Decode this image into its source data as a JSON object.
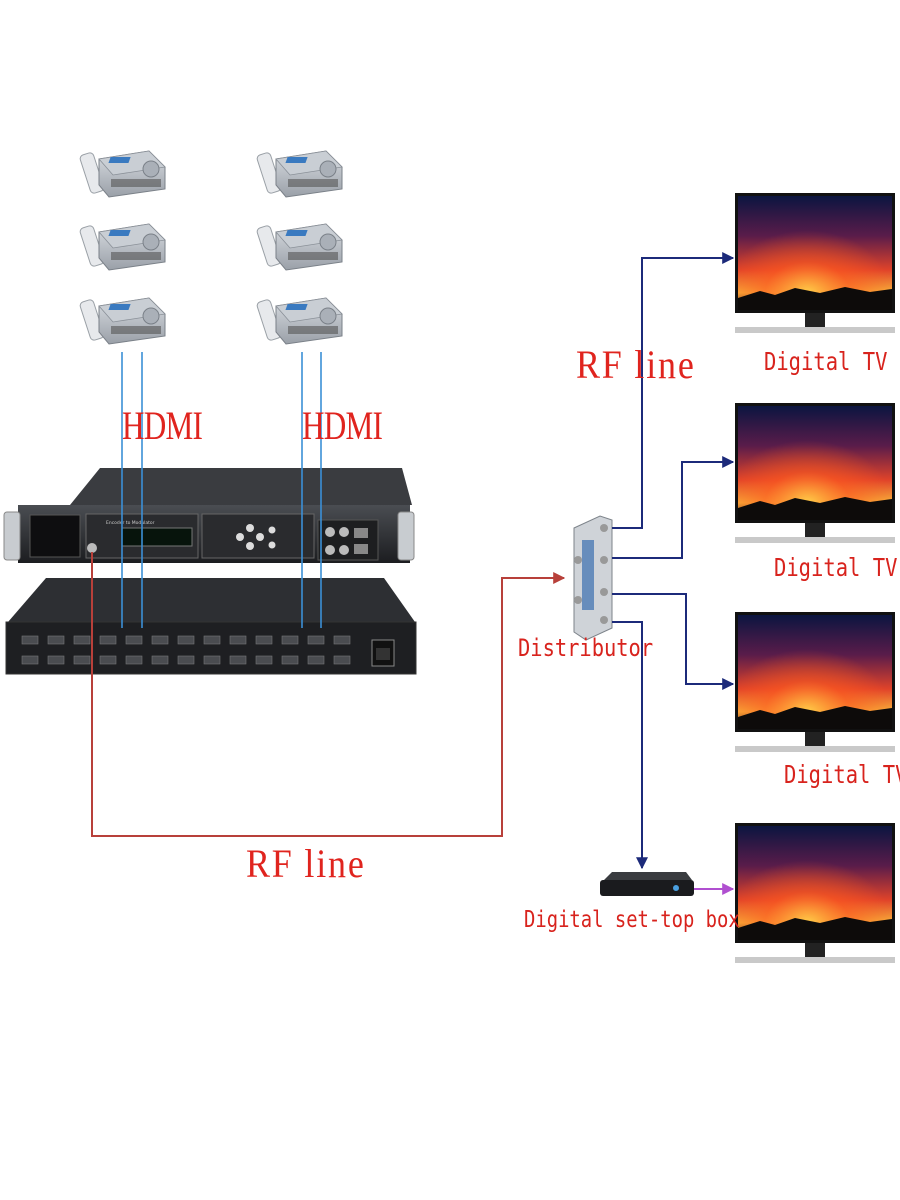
{
  "labels": {
    "hdmi_left": "HDMI",
    "hdmi_right": "HDMI",
    "rf_line_top": "RF line",
    "rf_line_bottom": "RF line",
    "distributor": "Distributor",
    "tv_1": "Digital TV",
    "tv_2": "Digital TV",
    "tv_3": "Digital TV",
    "set_top_box": "Digital set-top box"
  },
  "device_text": {
    "encoder_display": "Encoder to Modulator"
  },
  "colors": {
    "hdmi_cable": "#3b8fd6",
    "rf_cable": "#b8403a",
    "tv_feed": "#1c2a7a",
    "stb_to_tv": "#b04fd0",
    "label_red": "#e0241e"
  }
}
